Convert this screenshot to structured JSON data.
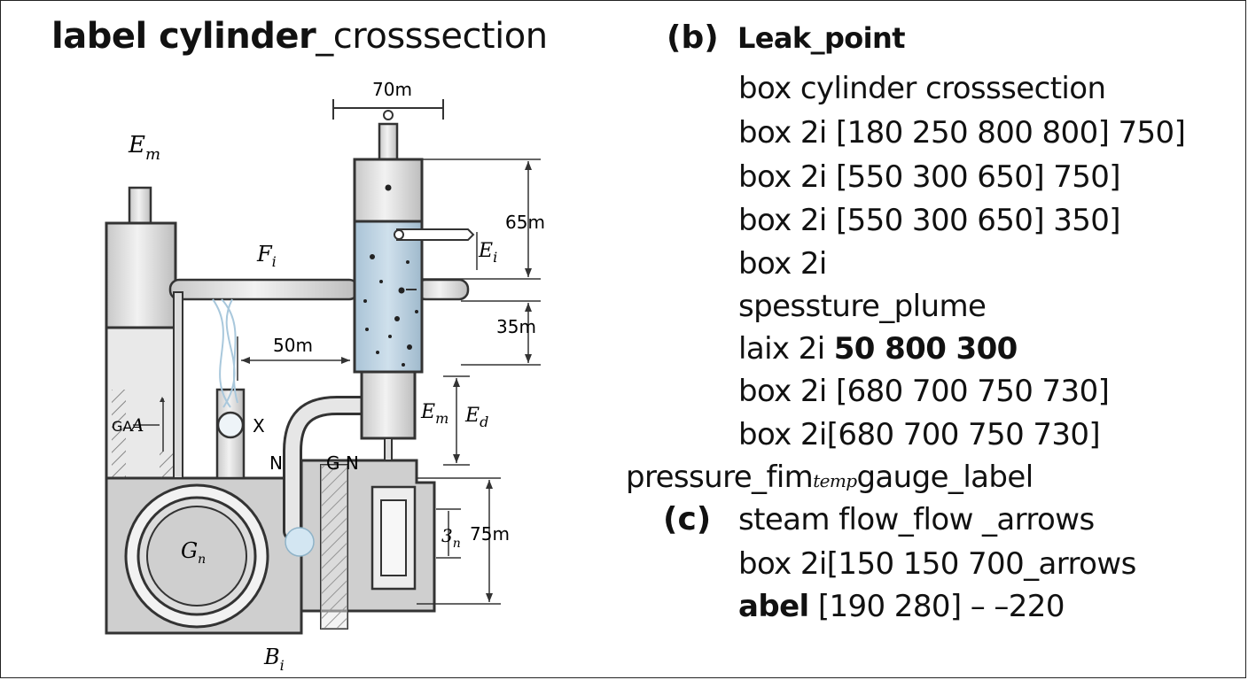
{
  "title": {
    "bold": "label cylinder",
    "rest": "_crosssection"
  },
  "diagram": {
    "labels": {
      "top_dim": "70m",
      "em_top": "E",
      "em_top_sub": "m",
      "fi": "F",
      "fi_sub": "i",
      "ei": "E",
      "ei_sub": "i",
      "dim_65": "65m",
      "dim_35": "35m",
      "dim_50": "50m",
      "dim_75": "75m",
      "a": "A",
      "x": "X",
      "n1": "N",
      "gn": "G N",
      "em_mid": "E",
      "em_mid_sub": "m",
      "ed": "E",
      "ed_sub": "d",
      "gn_circle": "G",
      "gn_circle_sub": "n",
      "s_n": "3",
      "s_n_sub": "n",
      "bi": "B",
      "bi_sub": "i",
      "ga": "GA"
    }
  },
  "text_panel": {
    "tag_b": "(b)",
    "tag_c": "(c)",
    "heading": "Leak_point",
    "lines": {
      "l1": "box cylinder crosssection",
      "l2": "box 2i  [180 250 800 800] 750]",
      "l3": "box 2i  [550 300 650] 750]",
      "l4": "box 2i  [550 300 650] 350]",
      "l5": "box 2i",
      "l6": "spessture_plume",
      "l7_pre": "laix 2i ",
      "l7_bold": "50 800 300",
      "l8": "box 2i [680 700 750 730]",
      "l9": "box 2i[680 700 750 730]",
      "l10_pre": "pressure_fim",
      "l10_small": "temp",
      "l10_post": "gauge_label",
      "l11": "steam flow_flow _arrows",
      "l12": "box 2i[150 150 700_arrows",
      "l13_bold": "abel",
      "l13_rest": "  [190 280] – –220"
    }
  }
}
